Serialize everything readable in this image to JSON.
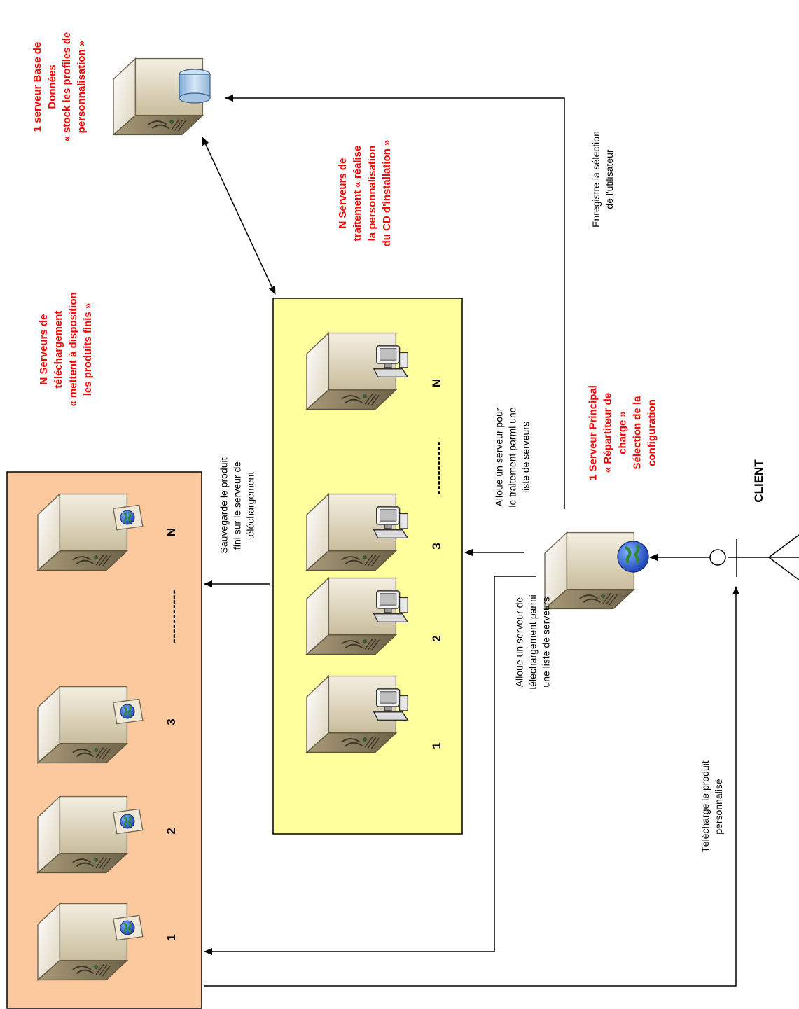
{
  "colors": {
    "download_zone": "#fbc99d",
    "processing_zone": "#ffff9e",
    "label_red": "#ff0000",
    "server_face": "#d9cfb4",
    "server_side": "#8d8063"
  },
  "zones": {
    "download": {
      "title": [
        "N Serveurs de",
        "téléchargement",
        "« mettent à disposition",
        "les produits finis »"
      ],
      "numbers": [
        "1",
        "2",
        "3",
        "N"
      ],
      "ellipsis": "-----------",
      "server_icon": "globe-server-icon"
    },
    "processing": {
      "title": [
        "N Serveurs de",
        "traitement «  réalise",
        "la personnalisation",
        "du CD d'installation »"
      ],
      "numbers": [
        "1",
        "2",
        "3",
        "N"
      ],
      "ellipsis": "-----------",
      "server_icon": "workstation-server-icon"
    }
  },
  "database": {
    "title": [
      "1 serveur Base de",
      "Données",
      "« stock les profiles de",
      "personnalisation »"
    ],
    "icon": "database-server-icon"
  },
  "main_server": {
    "title": [
      "1 Serveur Principal",
      "« Répartiteur de",
      "charge »",
      "Sélection de la",
      "configuration"
    ],
    "icon": "globe-server-icon"
  },
  "client": {
    "label": "CLIENT",
    "icon": "actor-icon"
  },
  "annotations": {
    "selection": [
      "Enregistre la sélection",
      "de l'utilisateur"
    ],
    "alloc_processing": [
      "Alloue un serveur pour",
      "le traitement parmi une",
      "liste de serveurs"
    ],
    "save_product": [
      "Sauvegarde le produit",
      "fini sur le serveur de",
      "téléchargement"
    ],
    "alloc_download": [
      "Alloue un serveur de",
      "téléchargement parmi",
      "une liste de serveurs"
    ],
    "download_product": [
      "Télécharge le produit",
      "personnalisé"
    ]
  }
}
